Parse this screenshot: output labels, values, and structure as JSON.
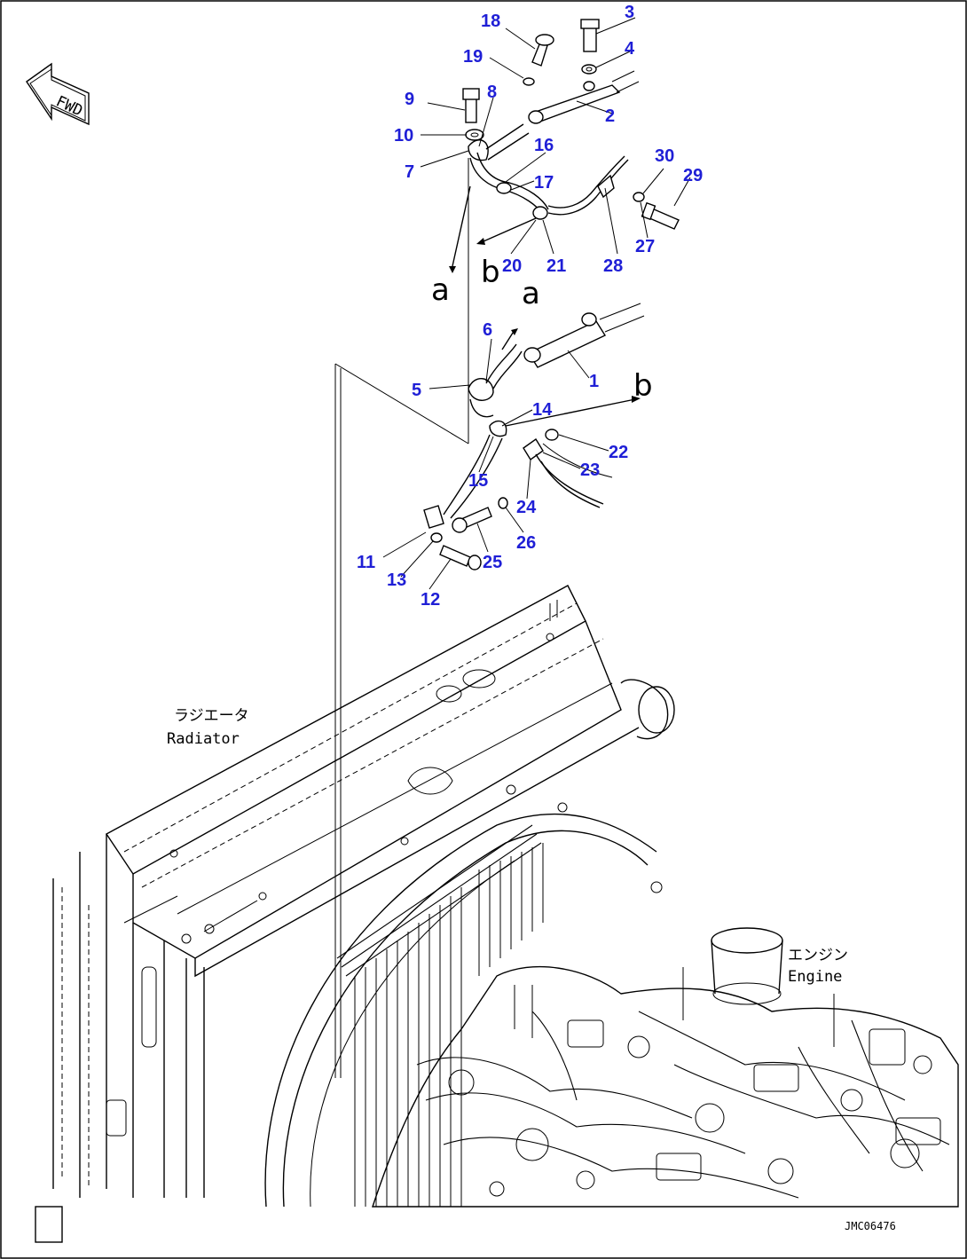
{
  "fwd_label": "FWD",
  "drawing_code": "JMC06476",
  "components": {
    "radiator": {
      "jp": "ラジエータ",
      "en": "Radiator"
    },
    "engine": {
      "jp": "エンジン",
      "en": "Engine"
    }
  },
  "connectors": [
    "a",
    "b",
    "b",
    "a"
  ],
  "callouts": [
    "1",
    "2",
    "3",
    "4",
    "5",
    "6",
    "7",
    "8",
    "9",
    "10",
    "11",
    "12",
    "13",
    "14",
    "15",
    "16",
    "17",
    "18",
    "19",
    "20",
    "21",
    "22",
    "23",
    "24",
    "25",
    "26",
    "27",
    "28",
    "29",
    "30"
  ]
}
